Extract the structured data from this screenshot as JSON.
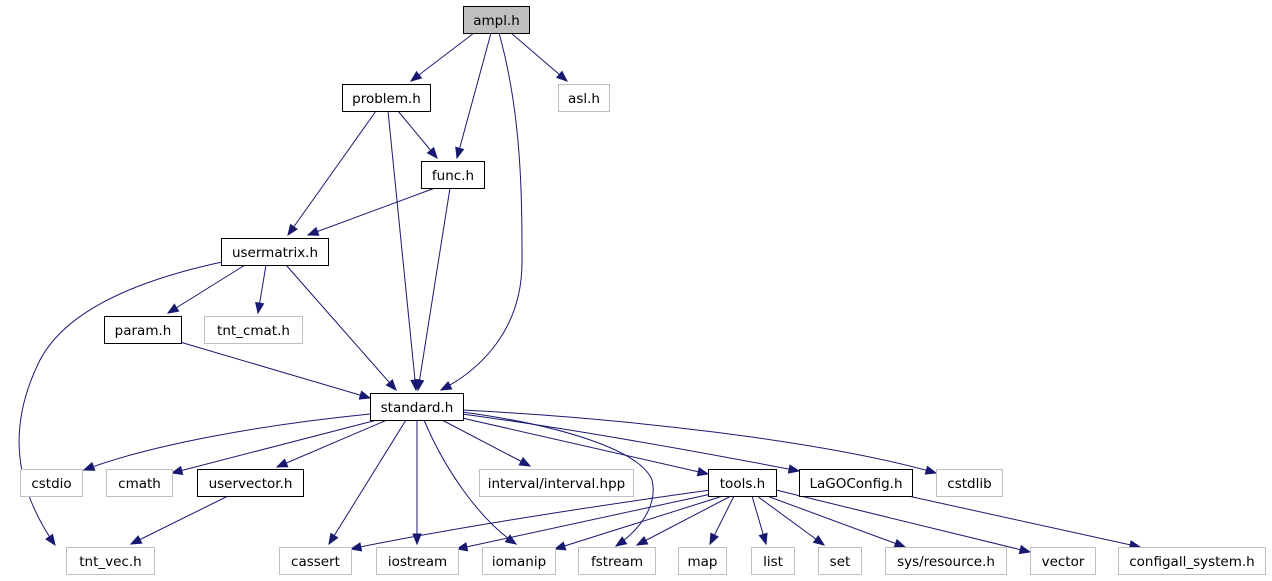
{
  "colors": {
    "edge": "#191970",
    "focus_fill": "#bfbfbf",
    "documented_border": "#000000",
    "external_border": "#bfbfbf",
    "node_fill": "#ffffff"
  },
  "nodes": {
    "ampl": {
      "label": "ampl.h",
      "kind": "focus"
    },
    "problem": {
      "label": "problem.h",
      "kind": "documented"
    },
    "asl": {
      "label": "asl.h",
      "kind": "external"
    },
    "func": {
      "label": "func.h",
      "kind": "documented"
    },
    "usermatrix": {
      "label": "usermatrix.h",
      "kind": "documented"
    },
    "param": {
      "label": "param.h",
      "kind": "documented"
    },
    "tnt_cmat": {
      "label": "tnt_cmat.h",
      "kind": "external"
    },
    "standard": {
      "label": "standard.h",
      "kind": "documented"
    },
    "cstdio": {
      "label": "cstdio",
      "kind": "external"
    },
    "cmath": {
      "label": "cmath",
      "kind": "external"
    },
    "uservector": {
      "label": "uservector.h",
      "kind": "documented"
    },
    "interval": {
      "label": "interval/interval.hpp",
      "kind": "external"
    },
    "tools": {
      "label": "tools.h",
      "kind": "documented"
    },
    "lagoconfig": {
      "label": "LaGOConfig.h",
      "kind": "documented"
    },
    "cstdlib": {
      "label": "cstdlib",
      "kind": "external"
    },
    "tnt_vec": {
      "label": "tnt_vec.h",
      "kind": "external"
    },
    "cassert": {
      "label": "cassert",
      "kind": "external"
    },
    "iostream": {
      "label": "iostream",
      "kind": "external"
    },
    "iomanip": {
      "label": "iomanip",
      "kind": "external"
    },
    "fstream": {
      "label": "fstream",
      "kind": "external"
    },
    "map": {
      "label": "map",
      "kind": "external"
    },
    "list": {
      "label": "list",
      "kind": "external"
    },
    "set": {
      "label": "set",
      "kind": "external"
    },
    "resource": {
      "label": "sys/resource.h",
      "kind": "external"
    },
    "vector": {
      "label": "vector",
      "kind": "external"
    },
    "configall": {
      "label": "configall_system.h",
      "kind": "external"
    }
  },
  "edges": [
    {
      "from": "ampl",
      "to": "problem"
    },
    {
      "from": "ampl",
      "to": "func"
    },
    {
      "from": "ampl",
      "to": "standard"
    },
    {
      "from": "ampl",
      "to": "asl"
    },
    {
      "from": "problem",
      "to": "func"
    },
    {
      "from": "problem",
      "to": "usermatrix"
    },
    {
      "from": "problem",
      "to": "standard"
    },
    {
      "from": "func",
      "to": "usermatrix"
    },
    {
      "from": "func",
      "to": "standard"
    },
    {
      "from": "usermatrix",
      "to": "param"
    },
    {
      "from": "usermatrix",
      "to": "tnt_cmat"
    },
    {
      "from": "usermatrix",
      "to": "standard"
    },
    {
      "from": "usermatrix",
      "to": "tnt_vec"
    },
    {
      "from": "param",
      "to": "standard"
    },
    {
      "from": "standard",
      "to": "cstdio"
    },
    {
      "from": "standard",
      "to": "cmath"
    },
    {
      "from": "standard",
      "to": "uservector"
    },
    {
      "from": "standard",
      "to": "cassert"
    },
    {
      "from": "standard",
      "to": "iostream"
    },
    {
      "from": "standard",
      "to": "iomanip"
    },
    {
      "from": "standard",
      "to": "interval"
    },
    {
      "from": "standard",
      "to": "fstream"
    },
    {
      "from": "standard",
      "to": "tools"
    },
    {
      "from": "standard",
      "to": "lagoconfig"
    },
    {
      "from": "standard",
      "to": "cstdlib"
    },
    {
      "from": "uservector",
      "to": "tnt_vec"
    },
    {
      "from": "tools",
      "to": "cassert"
    },
    {
      "from": "tools",
      "to": "iostream"
    },
    {
      "from": "tools",
      "to": "iomanip"
    },
    {
      "from": "tools",
      "to": "fstream"
    },
    {
      "from": "tools",
      "to": "map"
    },
    {
      "from": "tools",
      "to": "list"
    },
    {
      "from": "tools",
      "to": "set"
    },
    {
      "from": "tools",
      "to": "resource"
    },
    {
      "from": "tools",
      "to": "vector"
    },
    {
      "from": "lagoconfig",
      "to": "configall"
    }
  ]
}
